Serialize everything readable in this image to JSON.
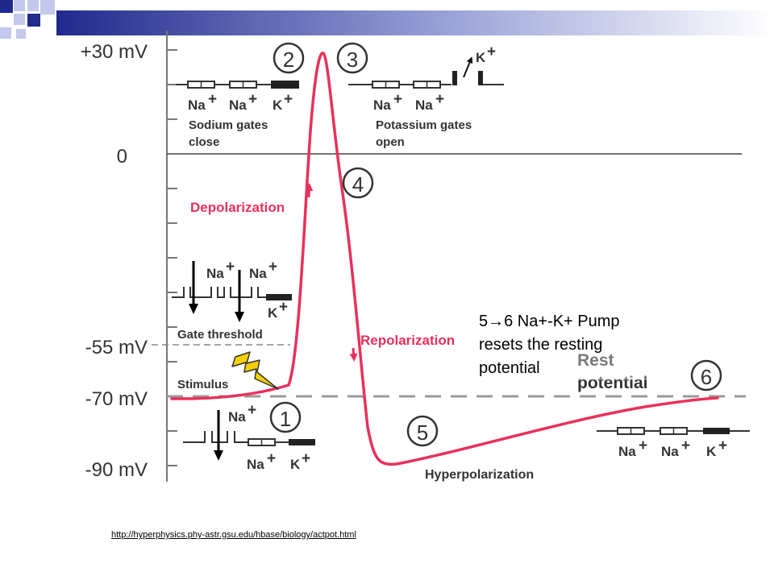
{
  "diagram": {
    "y_axis_labels": {
      "plus30": "+30 mV",
      "zero": "0",
      "minus55": "-55 mV",
      "minus70": "-70 mV",
      "minus90": "-90 mV"
    },
    "step_numbers": [
      "1",
      "2",
      "3",
      "4",
      "5",
      "6"
    ],
    "phase_labels": {
      "depolarization": "Depolarization",
      "repolarization": "Repolarization",
      "hyperpolarization": "Hyperpolarization",
      "rest_line1": "Rest",
      "rest_line2": "potential",
      "stimulus": "Stimulus",
      "gate_threshold": "Gate threshold"
    },
    "gate_labels": {
      "na": "Na",
      "k": "K",
      "plus": "+",
      "sodium_gates_line1": "Sodium gates",
      "sodium_gates_line2": "close",
      "potassium_gates_line1": "Potassium gates",
      "potassium_gates_line2": "open"
    },
    "colors": {
      "curve": "#e8315a",
      "phase_text": "#e8315a",
      "label_text": "#333333",
      "header_blue": "#1f2a8c",
      "header_light": "#a9b1e3"
    }
  },
  "annotation": {
    "line1_prefix": "5",
    "arrow_glyph": "→",
    "line1_rest": "6 Na+-K+ Pump",
    "line2": "resets the resting",
    "line3": "potential"
  },
  "source_link": "http://hyperphysics.phy-astr.gsu.edu/hbase/biology/actpot.html"
}
